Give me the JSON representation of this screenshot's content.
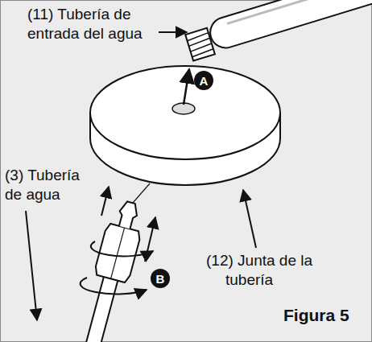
{
  "diagram": {
    "nodes": [
      {
        "text": [
          "A"
        ]
      },
      {
        "text": [
          "B"
        ]
      }
    ],
    "labels": [
      "(11) Tubería de entrada del agua",
      "(3) Tubería de agua",
      "(12) Junta de la tubería",
      "Figura 5"
    ]
  }
}
